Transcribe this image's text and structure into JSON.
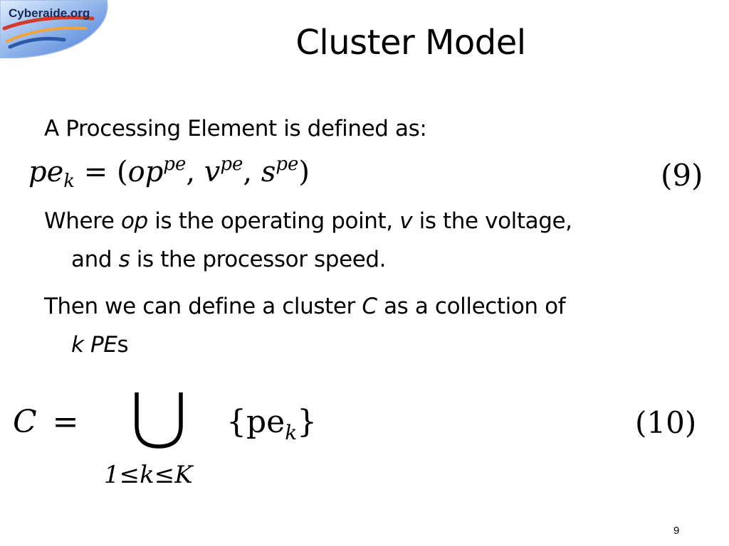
{
  "logo": {
    "text": "Cyberaide.org"
  },
  "slide": {
    "title": "Cluster Model",
    "line1": "A Processing Element is defined as:",
    "eq9": {
      "lhs_base": "pe",
      "lhs_sub": "k",
      "equals": "=",
      "open_paren": "(",
      "op": "op",
      "op_sup": "pe",
      "comma1": ",",
      "v": "v",
      "v_sup": "pe",
      "comma2": ",",
      "s": "s",
      "s_sup": "pe",
      "close_paren": ")",
      "number": "(9)"
    },
    "para2": {
      "t1": "Where ",
      "op": "op",
      "t2": " is the operating point, ",
      "v": "v",
      "t3": " is the voltage,",
      "t4": "and ",
      "s": "s",
      "t5": " is the processor speed."
    },
    "para3": {
      "t1": "Then we can define a cluster ",
      "c": "C",
      "t2": " as a collection of",
      "k": "k",
      "pe": "PE",
      "t3": "s"
    },
    "eq10": {
      "lhs": "C",
      "equals": "=",
      "set": "{pe",
      "set_sub": "k",
      "set_close": "}",
      "range": "1≤k≤K",
      "number": "(10)"
    },
    "page_number": "9"
  }
}
